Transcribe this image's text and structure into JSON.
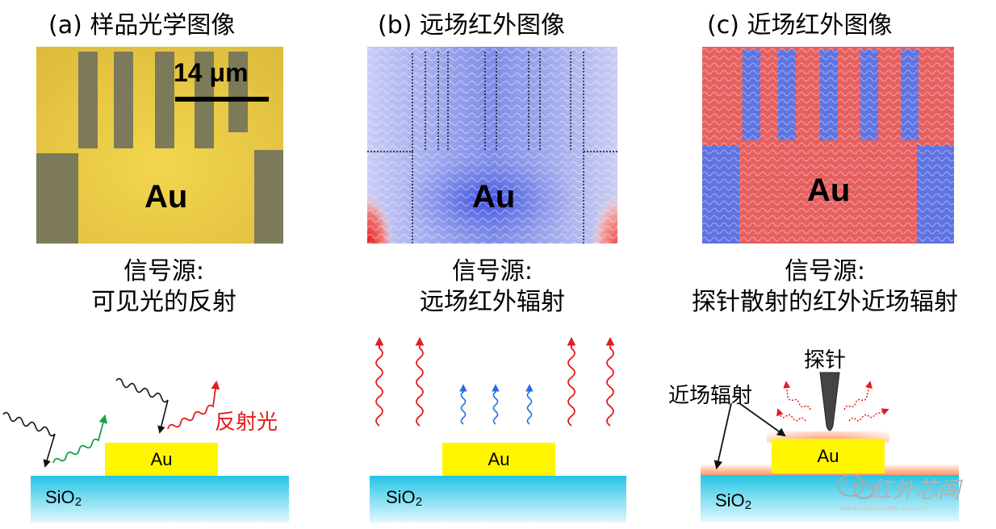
{
  "panels": {
    "a": {
      "title": "(a) 样品光学图像",
      "scale_bar": "14 μm",
      "au": "Au",
      "signal_line1": "信号源:",
      "signal_line2": "可见光的反射",
      "au_block": "Au",
      "sio2": "SiO",
      "sio2_sub": "2",
      "reflect_label": "反射光"
    },
    "b": {
      "title": "(b) 远场红外图像",
      "au": "Au",
      "signal_line1": "信号源:",
      "signal_line2": "远场红外辐射",
      "au_block": "Au",
      "sio2": "SiO",
      "sio2_sub": "2"
    },
    "c": {
      "title": "(c) 近场红外图像",
      "au": "Au",
      "signal_line1": "信号源:",
      "signal_line2": "探针散射的红外近场辐射",
      "au_block": "Au",
      "sio2": "SiO",
      "sio2_sub": "2",
      "probe_label": "探针",
      "near_field_label": "近场辐射"
    }
  },
  "watermark": {
    "text": "红外芯闻",
    "url": "www.instrument.com.cn"
  },
  "colors": {
    "gold_yellow": "#fff500",
    "optical_bg": "#e8c842",
    "wave_black": "#111111",
    "wave_green": "#1aa04a",
    "wave_red": "#e41c1c",
    "wave_blue": "#1f6fe0",
    "far_field_blue": "#5a6fe0",
    "near_field_red": "#e84848",
    "sio2_cyan": "#22c4e6"
  }
}
